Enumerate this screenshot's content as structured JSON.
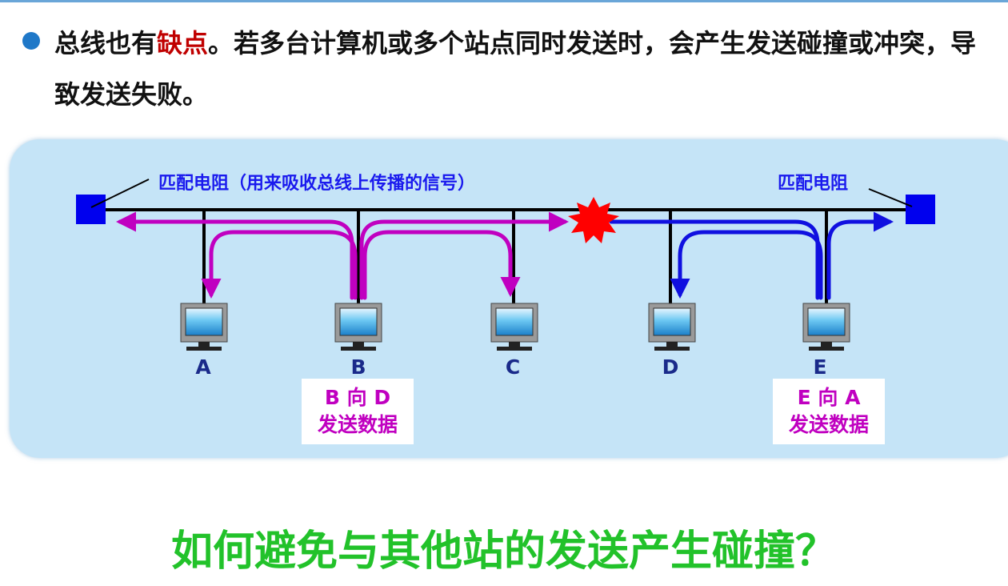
{
  "paragraph": {
    "before": "总线也有",
    "highlight": "缺点",
    "after": "。若多台计算机或多个站点同时发送时，会产生发送碰撞或冲突，导致发送失败。"
  },
  "diagram": {
    "left_resistor_label": "匹配电阻（用来吸收总线上传播的信号）",
    "right_resistor_label": "匹配电阻",
    "stations": [
      {
        "id": "A",
        "label": "A"
      },
      {
        "id": "B",
        "label": "B"
      },
      {
        "id": "C",
        "label": "C"
      },
      {
        "id": "D",
        "label": "D"
      },
      {
        "id": "E",
        "label": "E"
      }
    ],
    "note_b": {
      "line1": "B 向 D",
      "line2": "发送数据"
    },
    "note_e": {
      "line1": "E 向 A",
      "line2": "发送数据"
    }
  },
  "colors": {
    "bus": "#000000",
    "resistor": "#0000ee",
    "signal_b": "#c000c0",
    "signal_e": "#1010e0",
    "collision": "#ff0000",
    "station_label": "#1a2a8a",
    "question": "#22c22a"
  },
  "question": "如何避免与其他站的发送产生碰撞？"
}
